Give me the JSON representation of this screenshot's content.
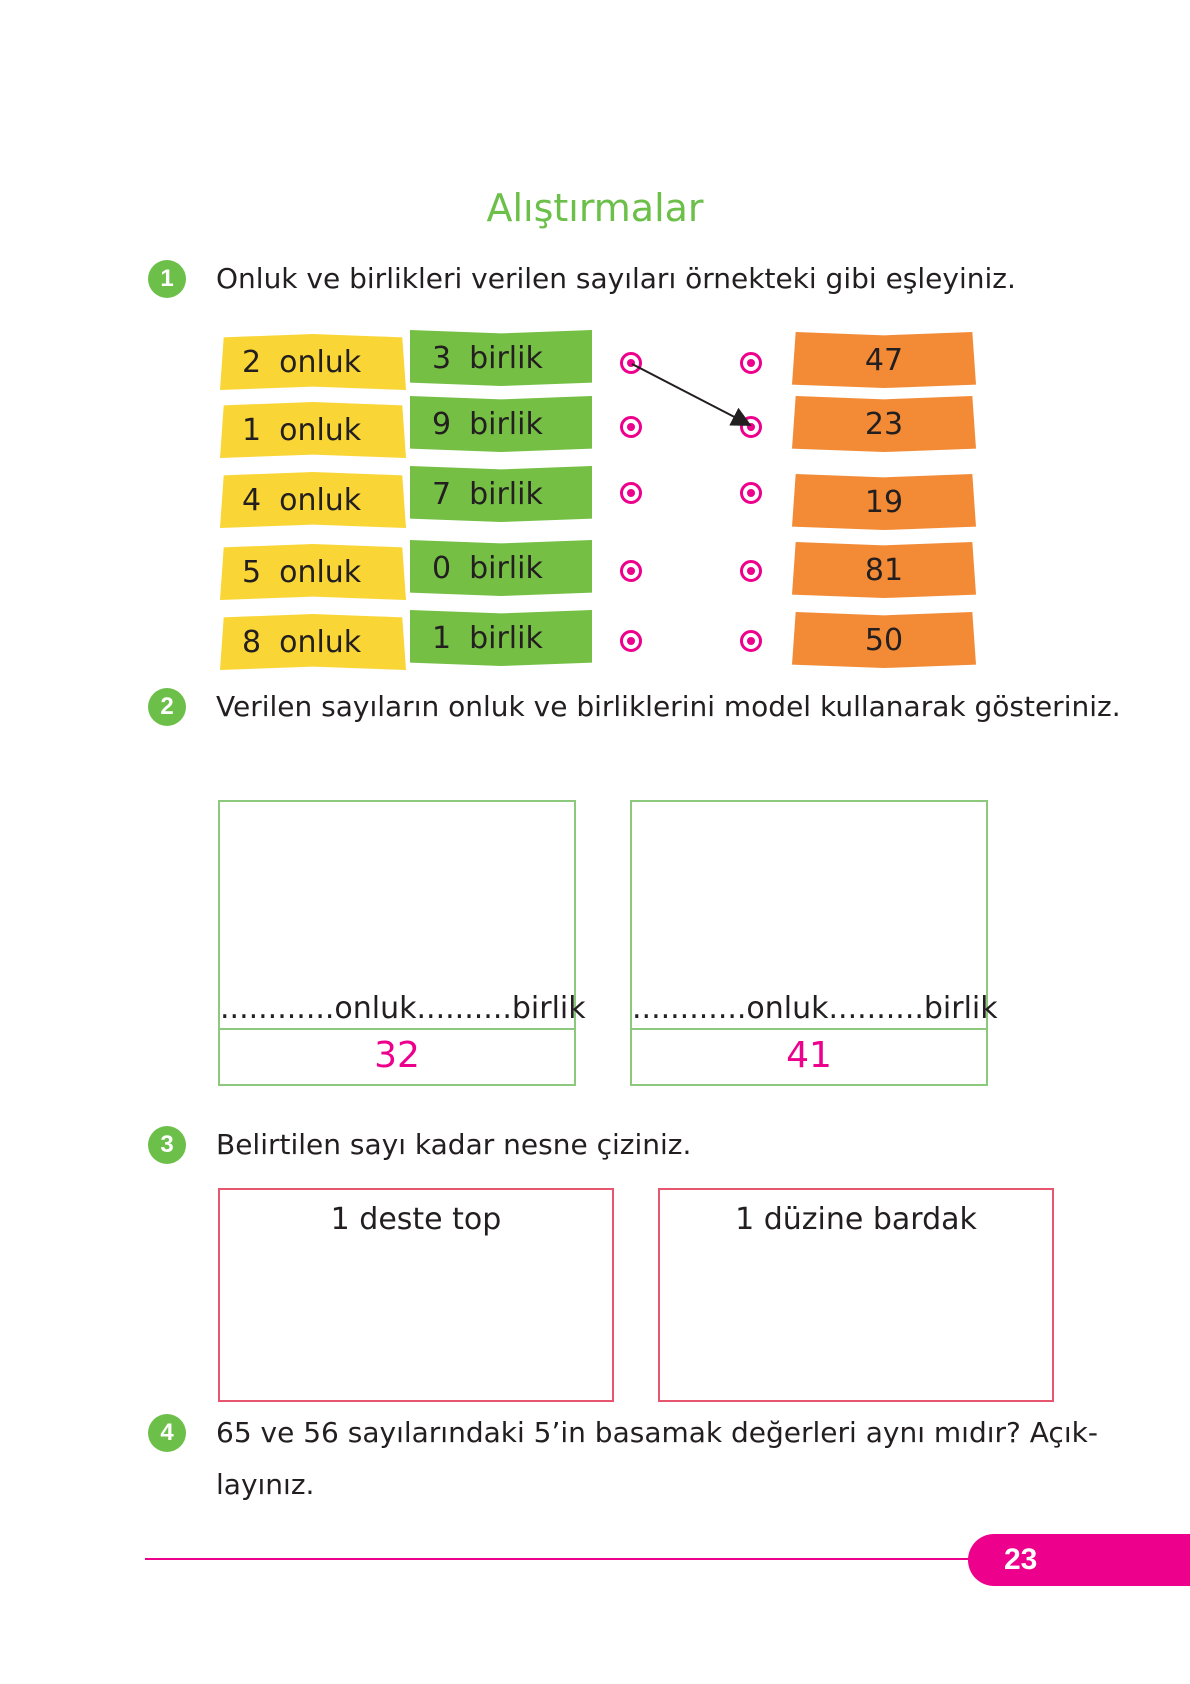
{
  "title": "Alıştırmalar",
  "q1": {
    "number": "1",
    "text": "Onluk ve birlikleri verilen sayıları örnekteki gibi eşleyiniz.",
    "rows": [
      {
        "onluk_num": "2",
        "onluk_label": "onluk",
        "birlik_num": "3",
        "birlik_label": "birlik",
        "number": "47"
      },
      {
        "onluk_num": "1",
        "onluk_label": "onluk",
        "birlik_num": "9",
        "birlik_label": "birlik",
        "number": "23"
      },
      {
        "onluk_num": "4",
        "onluk_label": "onluk",
        "birlik_num": "7",
        "birlik_label": "birlik",
        "number": "19"
      },
      {
        "onluk_num": "5",
        "onluk_label": "onluk",
        "birlik_num": "0",
        "birlik_label": "birlik",
        "number": "81"
      },
      {
        "onluk_num": "8",
        "onluk_label": "onluk",
        "birlik_num": "1",
        "birlik_label": "birlik",
        "number": "50"
      }
    ]
  },
  "q2": {
    "number": "2",
    "text": "Verilen sayıların onluk ve birliklerini model kullanarak gösteriniz.",
    "boxes": [
      {
        "label": "............onluk..........birlik",
        "number": "32"
      },
      {
        "label": "............onluk..........birlik",
        "number": "41"
      }
    ]
  },
  "q3": {
    "number": "3",
    "text": "Belirtilen sayı kadar nesne çiziniz.",
    "boxes": [
      {
        "caption": "1 deste top"
      },
      {
        "caption": "1 düzine bardak"
      }
    ]
  },
  "q4": {
    "number": "4",
    "line1": "65 ve 56 sayılarındaki 5’in basamak değerleri aynı mıdır? Açık-",
    "line2": "layınız."
  },
  "page_number": "23",
  "colors": {
    "green": "#6cc04a",
    "yellow": "#f9d535",
    "orange": "#f38a35",
    "pink": "#ec008c",
    "red_border": "#e6566e"
  }
}
